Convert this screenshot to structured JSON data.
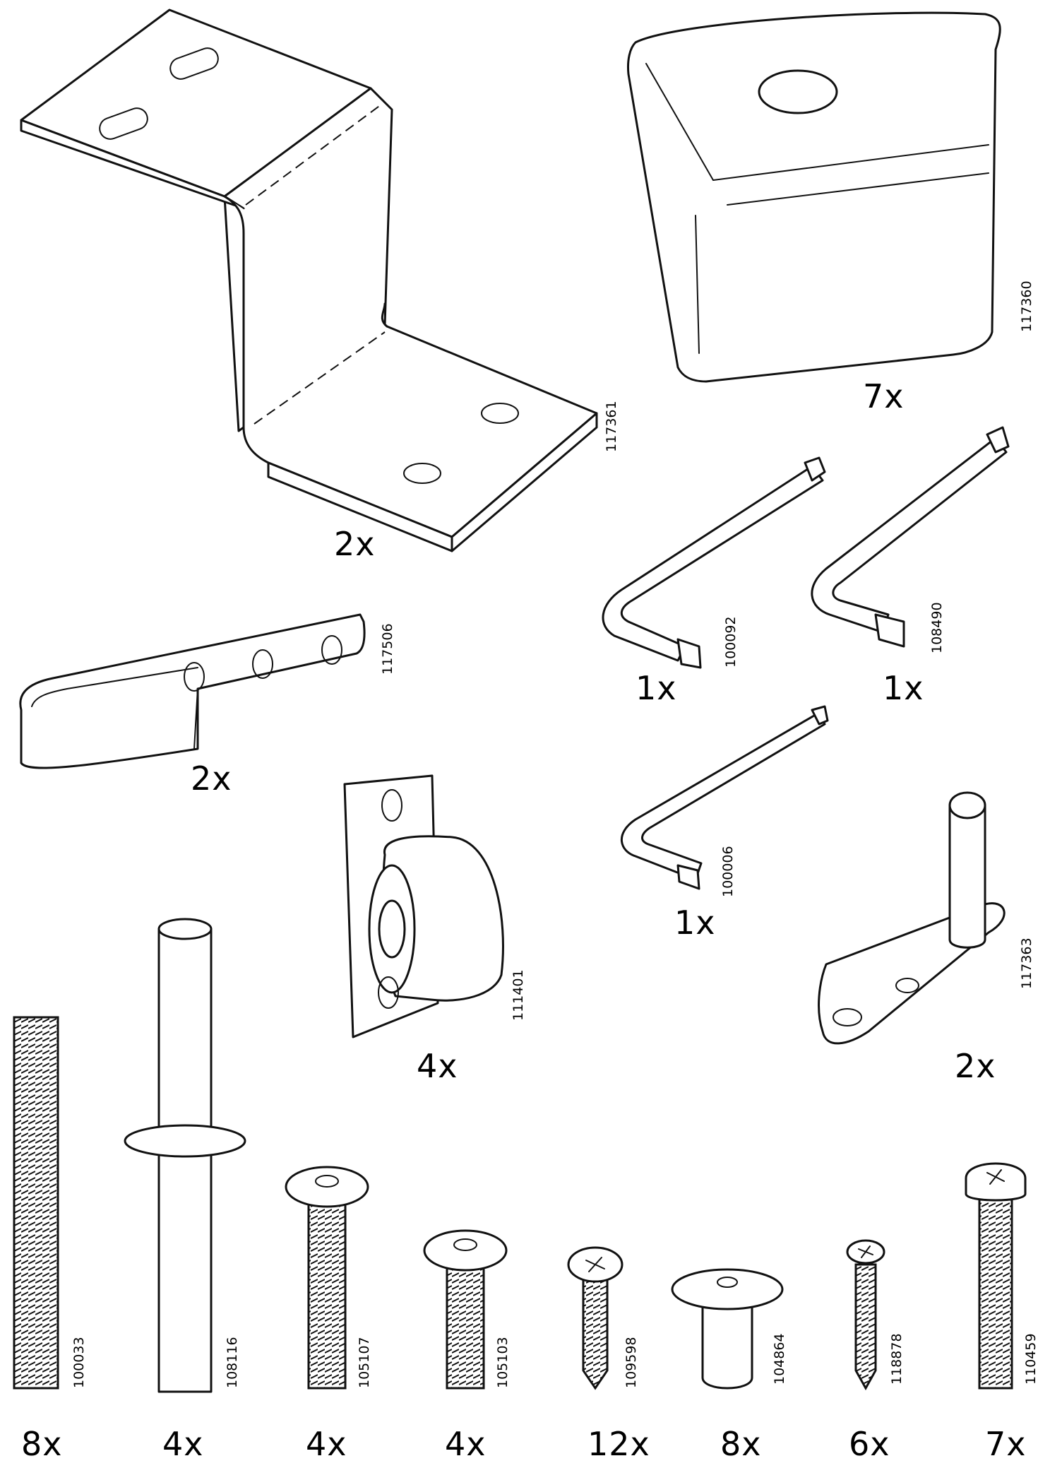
{
  "parts": [
    {
      "id": "bracket",
      "code": "117361",
      "qty": "2x"
    },
    {
      "id": "block",
      "code": "117360",
      "qty": "7x"
    },
    {
      "id": "hex-key-a",
      "code": "100092",
      "qty": "1x"
    },
    {
      "id": "hex-key-b",
      "code": "108490",
      "qty": "1x"
    },
    {
      "id": "strap-hook",
      "code": "117506",
      "qty": "2x"
    },
    {
      "id": "hex-key-c",
      "code": "100006",
      "qty": "1x"
    },
    {
      "id": "roller",
      "code": "111401",
      "qty": "4x"
    },
    {
      "id": "hinge-pin",
      "code": "117363",
      "qty": "2x"
    },
    {
      "id": "threaded-rod",
      "code": "100033",
      "qty": "8x"
    },
    {
      "id": "dowel-pin",
      "code": "108116",
      "qty": "4x"
    },
    {
      "id": "bolt-long",
      "code": "105107",
      "qty": "4x"
    },
    {
      "id": "bolt-short",
      "code": "105103",
      "qty": "4x"
    },
    {
      "id": "wood-screw",
      "code": "109598",
      "qty": "12x"
    },
    {
      "id": "barrel-nut",
      "code": "104864",
      "qty": "8x"
    },
    {
      "id": "countersunk-screw",
      "code": "118878",
      "qty": "6x"
    },
    {
      "id": "machine-screw",
      "code": "110459",
      "qty": "7x"
    }
  ]
}
